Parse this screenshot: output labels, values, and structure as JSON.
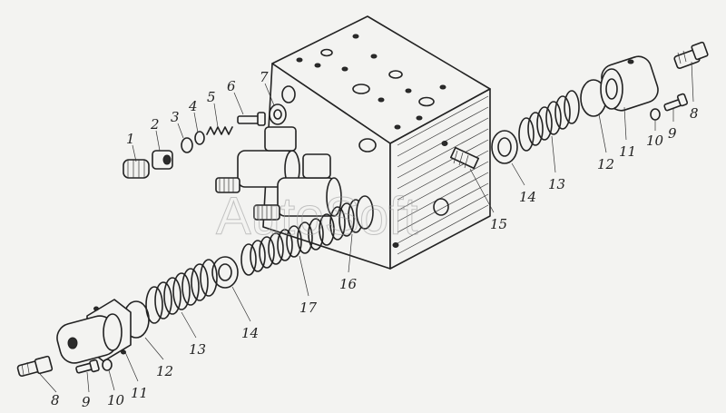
{
  "diagram": {
    "watermark": "AutoSoft",
    "labels": {
      "l1": "1",
      "l2": "2",
      "l3": "3",
      "l4": "4",
      "l5": "5",
      "l6": "6",
      "l7": "7",
      "l8_right": "8",
      "l11_right": "11",
      "l12_right": "12",
      "l10_right": "10",
      "l9_right": "9",
      "l13_right": "13",
      "l14_right": "14",
      "l15": "15",
      "l16": "16",
      "l17": "17",
      "l14_left": "14",
      "l13_left": "13",
      "l12_left": "12",
      "l11_left": "11",
      "l10_left": "10",
      "l9_left": "9",
      "l8_left": "8"
    }
  }
}
